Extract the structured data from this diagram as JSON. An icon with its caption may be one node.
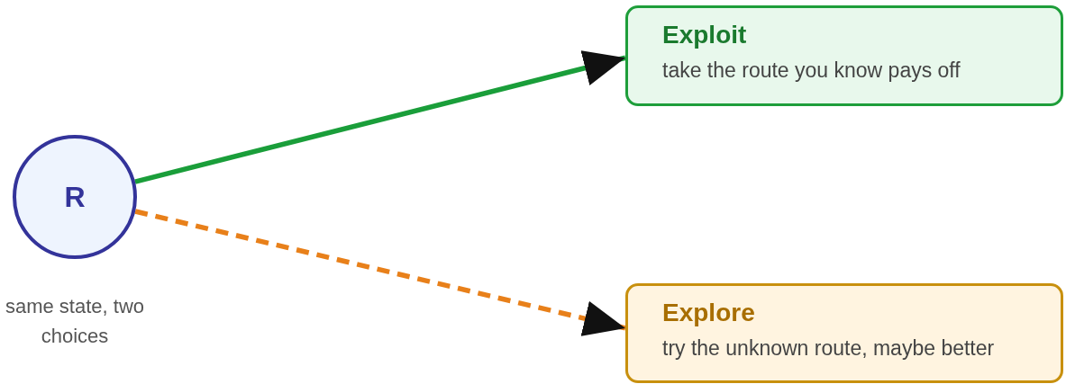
{
  "diagram": {
    "nodes": [
      {
        "text": [
          "R"
        ],
        "beside": [
          "same state, two choices"
        ]
      },
      {
        "text": [
          "Exploit",
          "take the route you know pays off"
        ]
      },
      {
        "text": [
          "Explore",
          "try the unknown route, maybe better"
        ]
      }
    ],
    "edges": [
      {
        "from": 0,
        "to": 1,
        "arrow": "to",
        "color": "#1a9e3a"
      },
      {
        "from": 0,
        "to": 2,
        "arrow": "to",
        "style": "dashed",
        "color": "#e8801a"
      }
    ]
  }
}
